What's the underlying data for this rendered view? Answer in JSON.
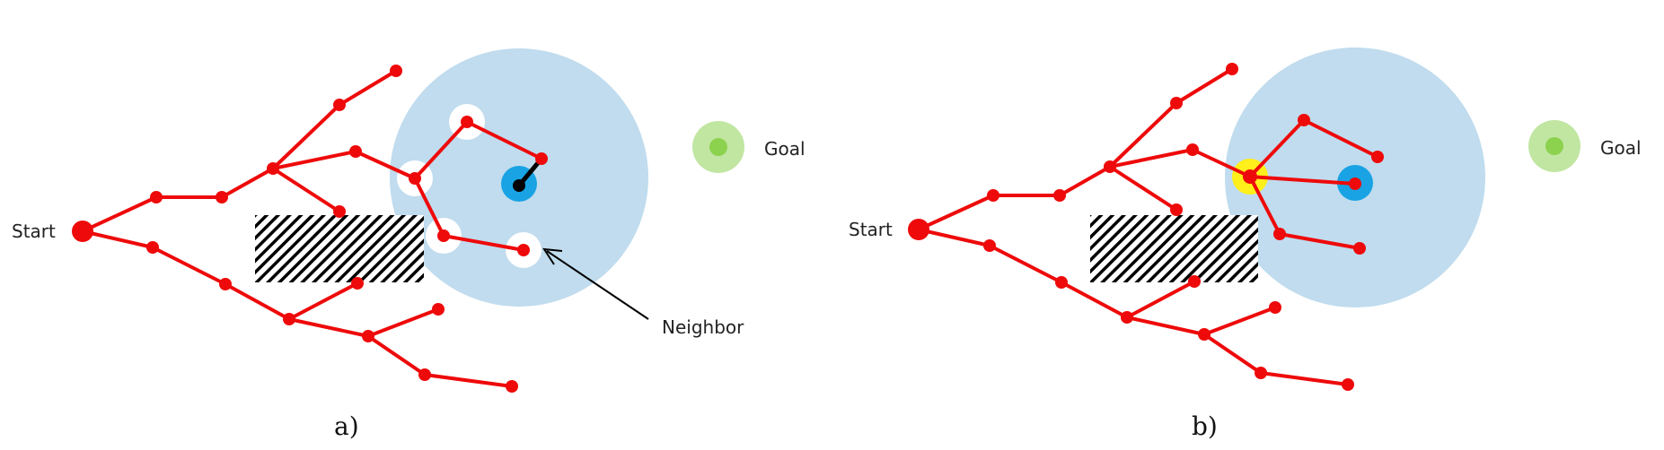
{
  "labels": {
    "start": "Start",
    "goal": "Goal",
    "neighbor": "Neighbor",
    "caption_a": "a)",
    "caption_b": "b)"
  },
  "colors": {
    "tree": "#ee0a0a",
    "region": "#c0dcee",
    "new_node": "#19a3e4",
    "goal_outer": "#c1e6a2",
    "goal_inner": "#8cd24e",
    "chosen_parent": "#ffef1a",
    "link": "#000000"
  }
}
